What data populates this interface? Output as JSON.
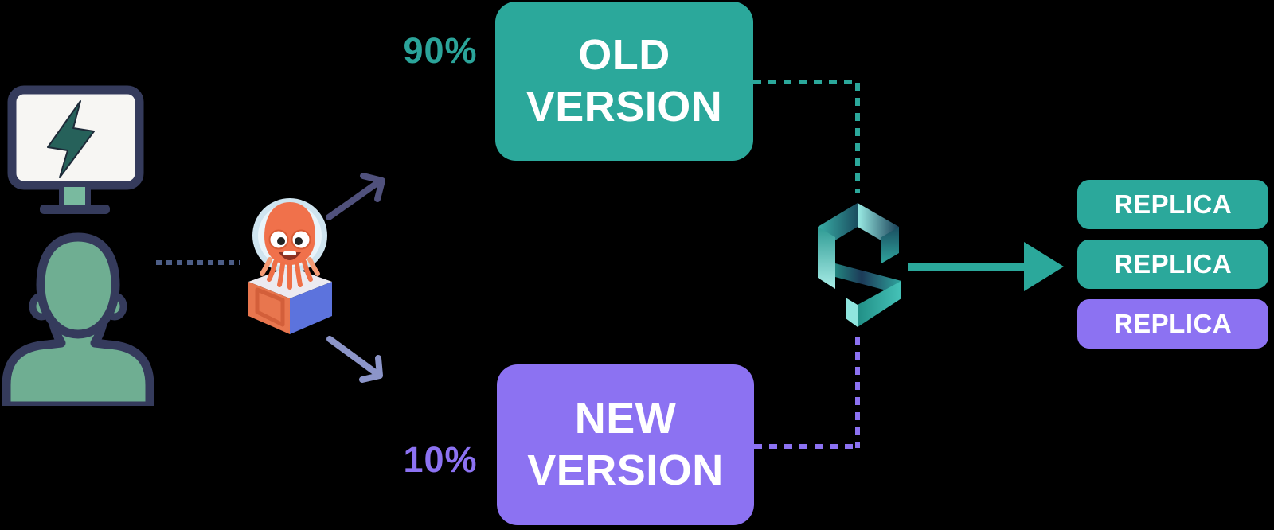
{
  "background": "#000000",
  "client": {
    "monitor_icon": "monitor-with-lightning-bolt",
    "user_icon": "user-silhouette"
  },
  "router": {
    "mascot_icon": "octopus-in-helmet-on-container-cube"
  },
  "traffic_split": [
    {
      "percent": "90%",
      "line1": "OLD",
      "line2": "VERSION",
      "box_color": "#2BA89B"
    },
    {
      "percent": "10%",
      "line1": "NEW",
      "line2": "VERSION",
      "box_color": "#8C72F2"
    }
  ],
  "service": {
    "logo_icon": "isometric-teal-ribbon-logo"
  },
  "replicas": [
    {
      "label": "REPLICA",
      "color": "#2BA89B"
    },
    {
      "label": "REPLICA",
      "color": "#2BA89B"
    },
    {
      "label": "REPLICA",
      "color": "#8C72F2"
    }
  ],
  "colors": {
    "teal": "#2BA89B",
    "purple": "#8C72F2",
    "navy_outline": "#353B5C",
    "person_green": "#6FAE92",
    "screen_white": "#F7F6F3",
    "bolt_dark_teal": "#26615A",
    "arrow_dark": "#50517C",
    "arrow_light": "#8C95C9",
    "dotted_user_line": "#4D5E87",
    "mascot_orange": "#F0714B",
    "cube_blue": "#5C73DD"
  }
}
